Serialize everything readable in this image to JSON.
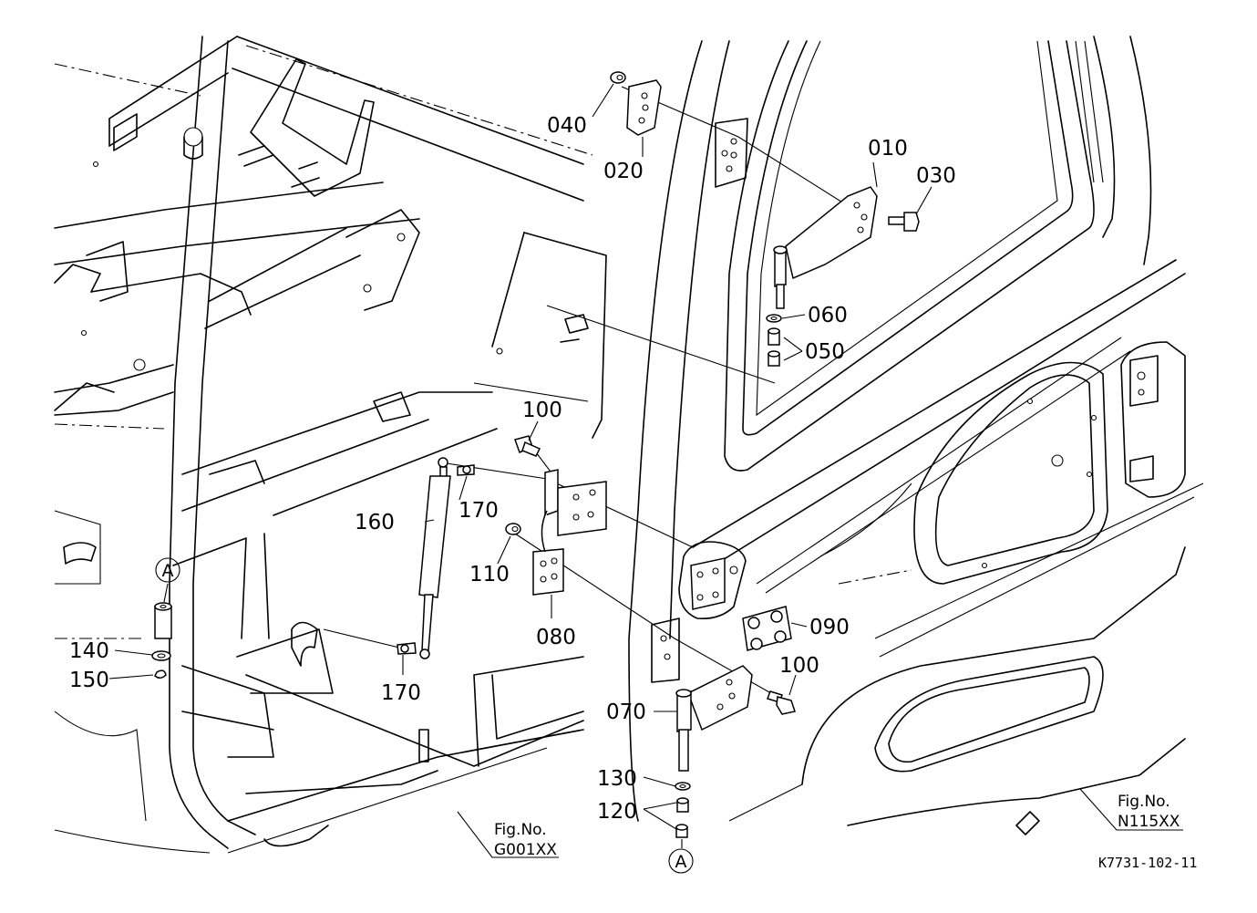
{
  "callouts": {
    "c010": "010",
    "c020": "020",
    "c030": "030",
    "c040": "040",
    "c050": "050",
    "c060": "060",
    "c070": "070",
    "c080": "080",
    "c090": "090",
    "c100a": "100",
    "c100b": "100",
    "c110": "110",
    "c120": "120",
    "c130": "130",
    "c140": "140",
    "c150": "150",
    "c160": "160",
    "c170a": "170",
    "c170b": "170"
  },
  "markers": {
    "a_left": "A",
    "a_bottom": "A"
  },
  "figure_refs": {
    "left_title": "Fig.No.",
    "left_code": "G001XX",
    "right_title": "Fig.No.",
    "right_code": "N115XX"
  },
  "drawing_code": "K7731-102-11"
}
